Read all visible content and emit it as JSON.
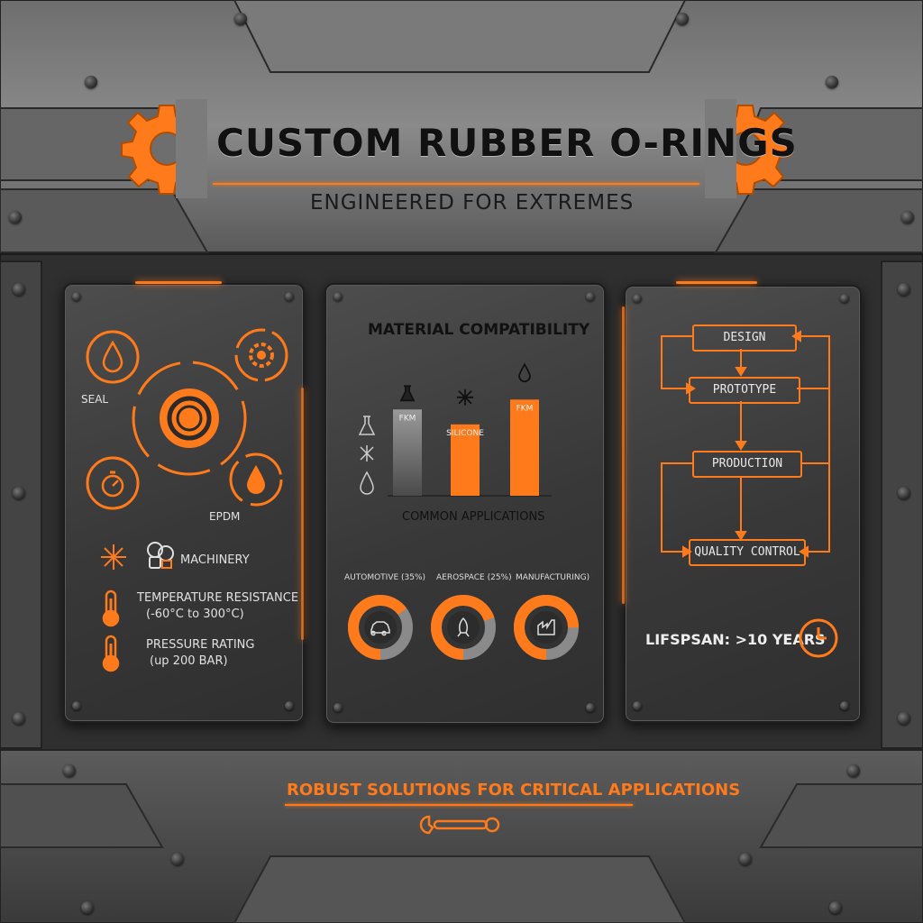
{
  "header": {
    "title": "CUSTOM RUBBER O-RINGS",
    "subtitle": "ENGINEERED FOR EXTREMES"
  },
  "left_panel": {
    "labels": {
      "seal": "SEAL",
      "epdm": "EPDM",
      "machinery": "MACHINERY"
    },
    "temperature": {
      "label": "TEMPERATURE RESISTANCE",
      "value": "(-60°C to 300°C)"
    },
    "pressure": {
      "label": "PRESSURE RATING",
      "value": "(up 200 BAR)"
    },
    "icons": [
      "water-drop-icon",
      "gear-icon",
      "stopwatch-icon",
      "oil-drop-icon",
      "snowflake-icon",
      "chemical-icon",
      "thermometer-icon"
    ]
  },
  "center_panel": {
    "title": "MATERIAL COMPATIBILITY",
    "applications_label": "COMMON APPLICATIONS",
    "chart_data": {
      "type": "bar",
      "categories": [
        "FKM",
        "SILICONE",
        "FKM"
      ],
      "values": [
        87,
        72,
        97
      ],
      "ylim": [
        0,
        100
      ]
    },
    "donuts": [
      {
        "label": "AUTOMOTIVE (35%)",
        "icon": "car-icon",
        "fraction": 0.65
      },
      {
        "label": "AEROSPACE (25%)",
        "icon": "rocket-icon",
        "fraction": 0.7
      },
      {
        "label": "MANUFACTURING)",
        "icon": "factory-icon",
        "fraction": 0.75
      }
    ]
  },
  "right_panel": {
    "steps": [
      "DESIGN",
      "PROTOTYPE",
      "PRODUCTION",
      "QUALITY CONTROL"
    ],
    "lifespan": "LIFSPSAN: >10 YEARS"
  },
  "footer": {
    "tagline": "ROBUST SOLUTIONS FOR CRITICAL APPLICATIONS"
  },
  "colors": {
    "accent": "#ff7a1a",
    "panel": "#3c3c3c",
    "text": "#e8e8e8"
  }
}
